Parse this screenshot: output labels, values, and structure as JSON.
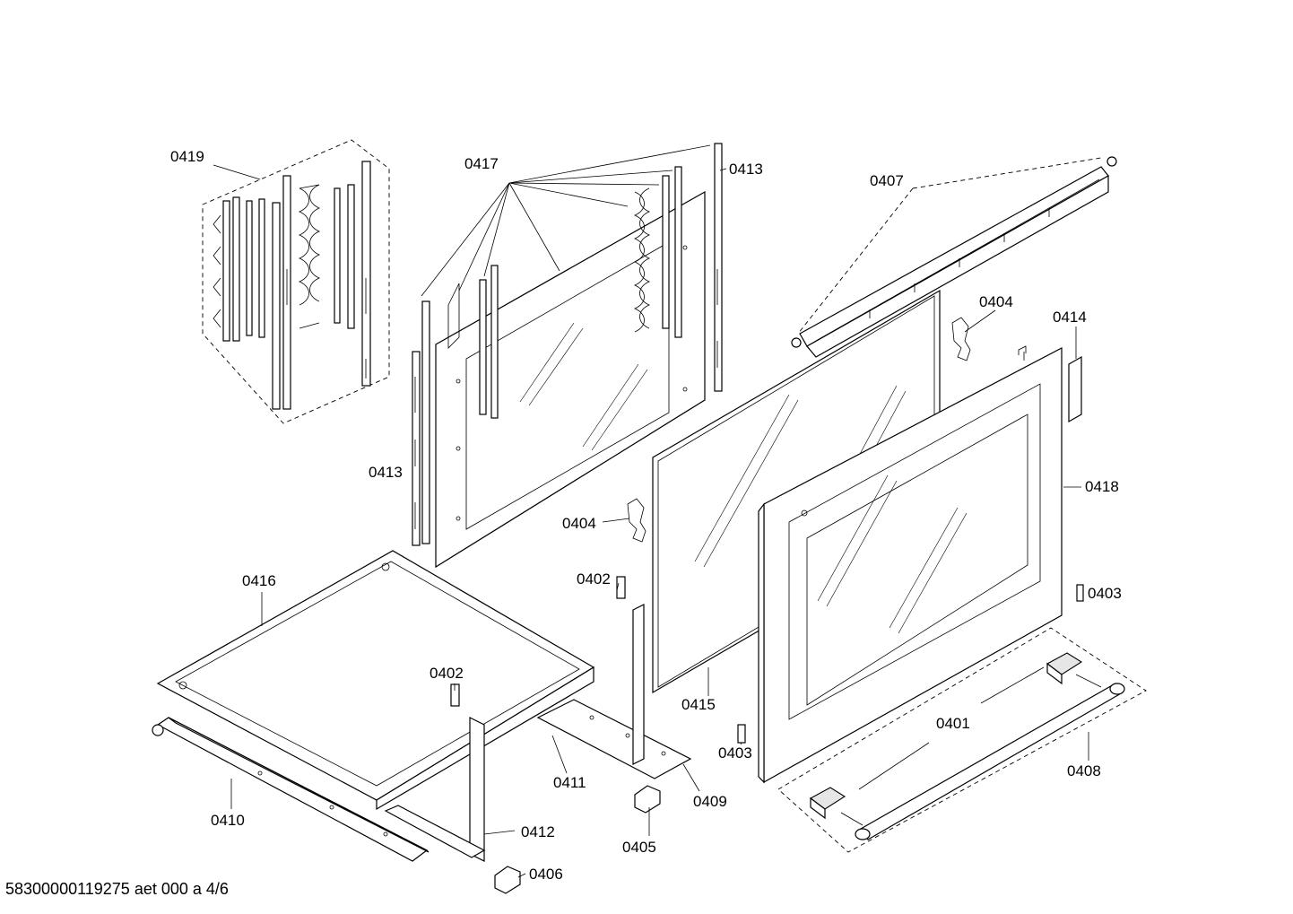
{
  "labels": {
    "p0401": "0401",
    "p0402a": "0402",
    "p0402b": "0402",
    "p0403a": "0403",
    "p0403b": "0403",
    "p0404a": "0404",
    "p0404b": "0404",
    "p0405": "0405",
    "p0406": "0406",
    "p0407": "0407",
    "p0408": "0408",
    "p0409": "0409",
    "p0410": "0410",
    "p0411": "0411",
    "p0412": "0412",
    "p0413a": "0413",
    "p0413b": "0413",
    "p0414": "0414",
    "p0415": "0415",
    "p0416": "0416",
    "p0417": "0417",
    "p0418": "0418",
    "p0419": "0419"
  },
  "footer": "58300000119275 aet 000 a 4/6"
}
